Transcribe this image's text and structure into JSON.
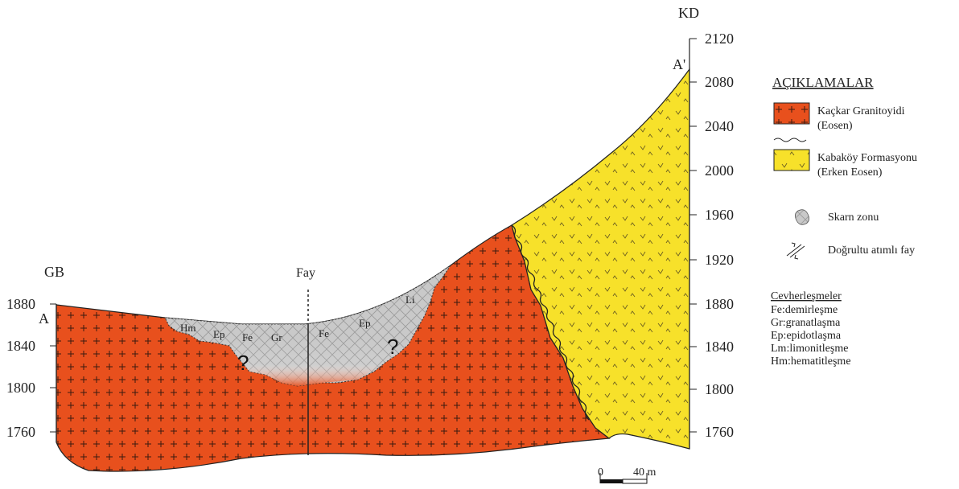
{
  "section": {
    "left_label": "GB",
    "right_label": "KD",
    "start_point": "A",
    "end_point": "A'",
    "fault_label": "Fay",
    "left_axis_ticks": [
      "1880",
      "1840",
      "1800",
      "1760"
    ],
    "right_axis_ticks": [
      "2120",
      "2080",
      "2040",
      "2000",
      "1960",
      "1920",
      "1880",
      "1840",
      "1800",
      "1760"
    ],
    "skarn_minerals": [
      "Hm",
      "Ep",
      "Fe",
      "Gr",
      "Fe",
      "Ep",
      "Li"
    ],
    "unknown_marks": [
      "?",
      "?"
    ],
    "scale_bar": {
      "start": "0",
      "end": "40 m"
    },
    "colors": {
      "granitoid": "#e8501d",
      "kabakoy": "#f7e12a",
      "skarn": "#c9c9c9"
    }
  },
  "legend": {
    "title": "AÇIKLAMALAR",
    "units": [
      {
        "name": "Kaçkar Granitoyidi",
        "age": "(Eosen)"
      },
      {
        "name": "Kabaköy Formasyonu",
        "age": "(Erken Eosen)"
      }
    ],
    "symbols": [
      {
        "label": "Skarn zonu",
        "icon": "skarn-zone-icon"
      },
      {
        "label": "Doğrultu atımlı fay",
        "icon": "strike-slip-fault-icon"
      }
    ],
    "mineralization": {
      "title": "Cevherleşmeler",
      "items": [
        "Fe:demirleşme",
        "Gr:granatlaşma",
        "Ep:epidotlaşma",
        "Lm:limonitleşme",
        "Hm:hematitleşme"
      ]
    }
  }
}
